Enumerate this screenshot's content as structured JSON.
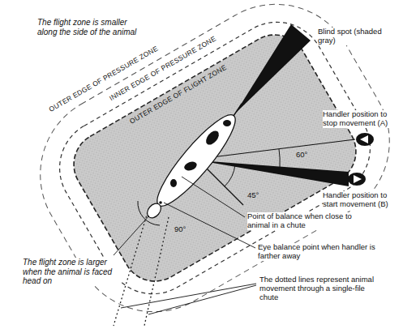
{
  "diagram": {
    "labels": [
      "The flight zone is smaller along the side of the animal",
      "OUTER EDGE OF PRESSURE ZONE",
      "INNER EDGE OF PRESSURE ZONE",
      "OUTER EDGE OF FLIGHT ZONE",
      "Blind spot (shaded gray)",
      "Handler position to stop movement (A)",
      "60°",
      "Handler position to start movement (B)",
      "45°",
      "90°",
      "The flight zone is larger when the animal is faced head on",
      "Point of balance when close to animal in a chute",
      "Eye balance point when handler is farther away",
      "The dotted lines represent animal movement through a single-file chute"
    ]
  }
}
